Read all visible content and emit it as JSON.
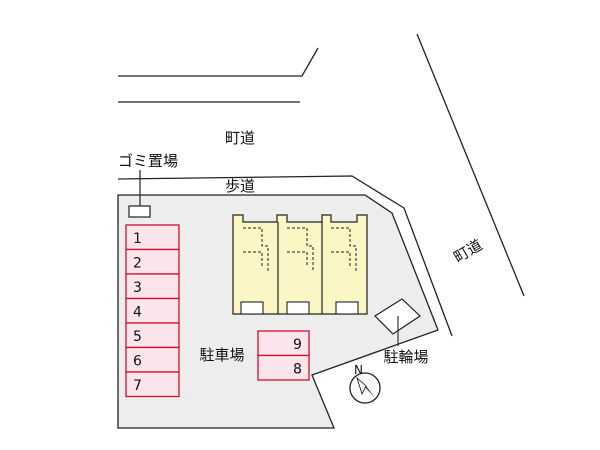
{
  "labels": {
    "town_road_top": "町道",
    "town_road_right": "町道",
    "sidewalk": "歩道",
    "garbage": "ゴミ置場",
    "car_parking": "駐車場",
    "bicycle_parking": "駐輪場",
    "north": "N"
  },
  "parking_left": [
    "1",
    "2",
    "3",
    "4",
    "5",
    "6",
    "7"
  ],
  "parking_center": [
    "9",
    "8"
  ],
  "colors": {
    "lot": "#ededed",
    "building": "#fbf7c4",
    "parking_fill": "#fce4ec",
    "parking_stroke": "#d01030",
    "line": "#222222"
  }
}
